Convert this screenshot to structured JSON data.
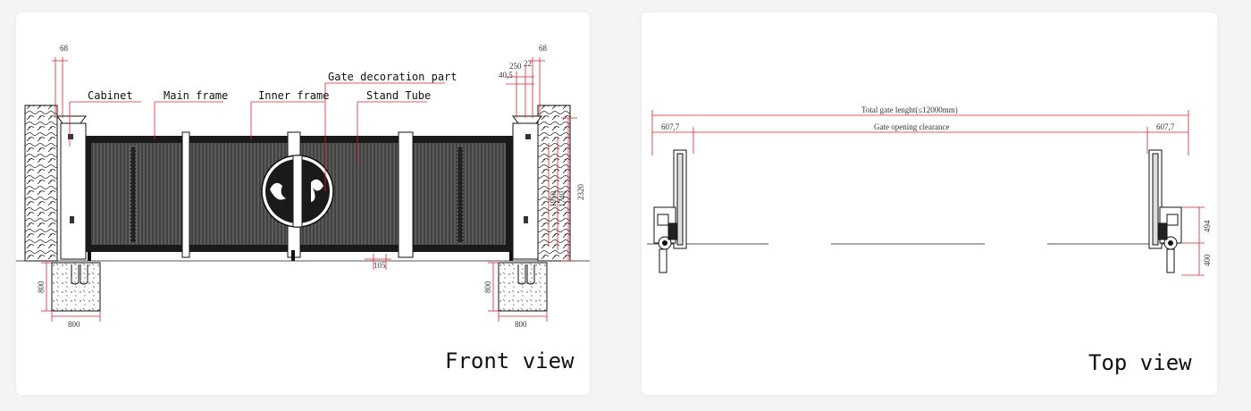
{
  "front_view": {
    "title": "Front view",
    "callouts": {
      "cabinet": "Cabinet",
      "main_frame": "Main frame",
      "inner_frame": "Inner frame",
      "decoration": "Gate decoration part",
      "stand_tube": "Stand Tube"
    },
    "dims": {
      "left_top": "68",
      "right_top": "68",
      "d250": "250",
      "d22": "22",
      "d40": "40,5",
      "height": "2320",
      "h_inner1": "1950",
      "h_inner2": "1740",
      "gap": "105",
      "pit_left_h": "800",
      "pit_left_w": "800",
      "pit_right_h": "800",
      "pit_right_w": "800"
    }
  },
  "top_view": {
    "title": "Top view",
    "total_length": "Total gate lenght(≤12000mm)",
    "opening_clearance": "Gate opening clearance",
    "left_offset": "607,7",
    "right_offset": "607,7",
    "dim_494": "494",
    "dim_400": "400"
  },
  "colors": {
    "dimension_line": "#e0202a",
    "gate_fill": "#444444",
    "outline": "#111111"
  }
}
